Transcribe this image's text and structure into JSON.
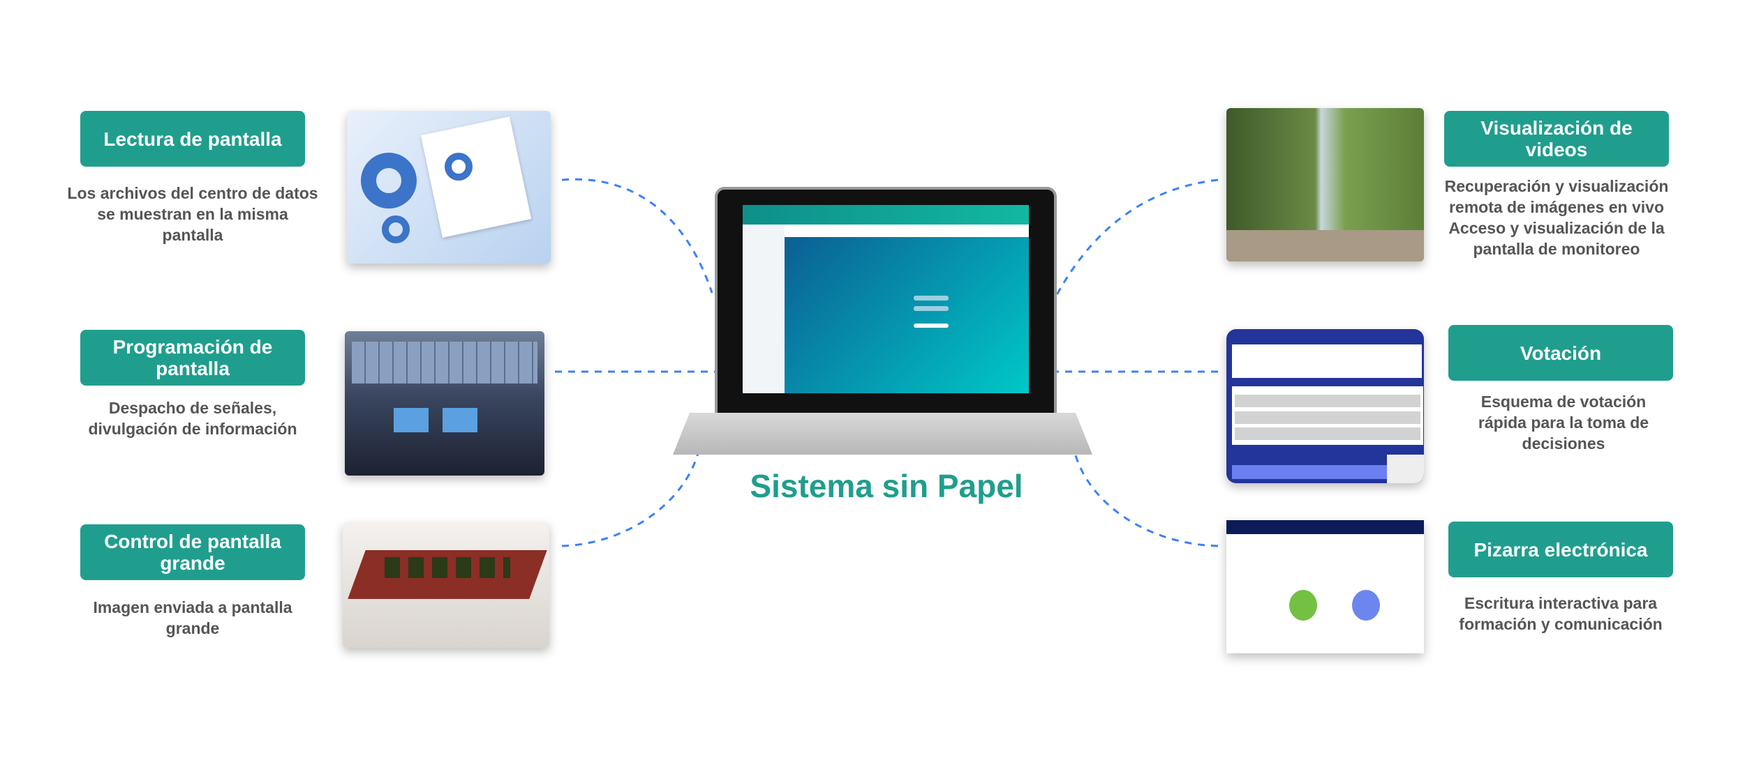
{
  "title": "Sistema sin Papel",
  "colors": {
    "accent": "#1f9e8e",
    "connector": "#3b82f6",
    "text": "#555555"
  },
  "left_features": [
    {
      "label": "Lectura de pantalla",
      "description": "Los archivos del centro de datos se muestran en la misma pantalla",
      "image": "data-charts-image"
    },
    {
      "label": "Programación de pantalla",
      "description": "Despacho de señales, divulgación de información",
      "image": "control-room-image"
    },
    {
      "label": "Control de pantalla grande",
      "description": "Imagen enviada a pantalla grande",
      "image": "conference-table-image"
    }
  ],
  "right_features": [
    {
      "label": "Visualización de videos",
      "description": "Recuperación y visualización remota de imágenes en vivo Acceso y visualización de la pantalla de monitoreo",
      "image": "street-video-image"
    },
    {
      "label": "Votación",
      "description": "Esquema de votación rápida para la toma de decisiones",
      "image": "voting-screen-image"
    },
    {
      "label": "Pizarra electrónica",
      "description": "Escritura interactiva para formación y comunicación",
      "image": "whiteboard-screen-image"
    }
  ]
}
